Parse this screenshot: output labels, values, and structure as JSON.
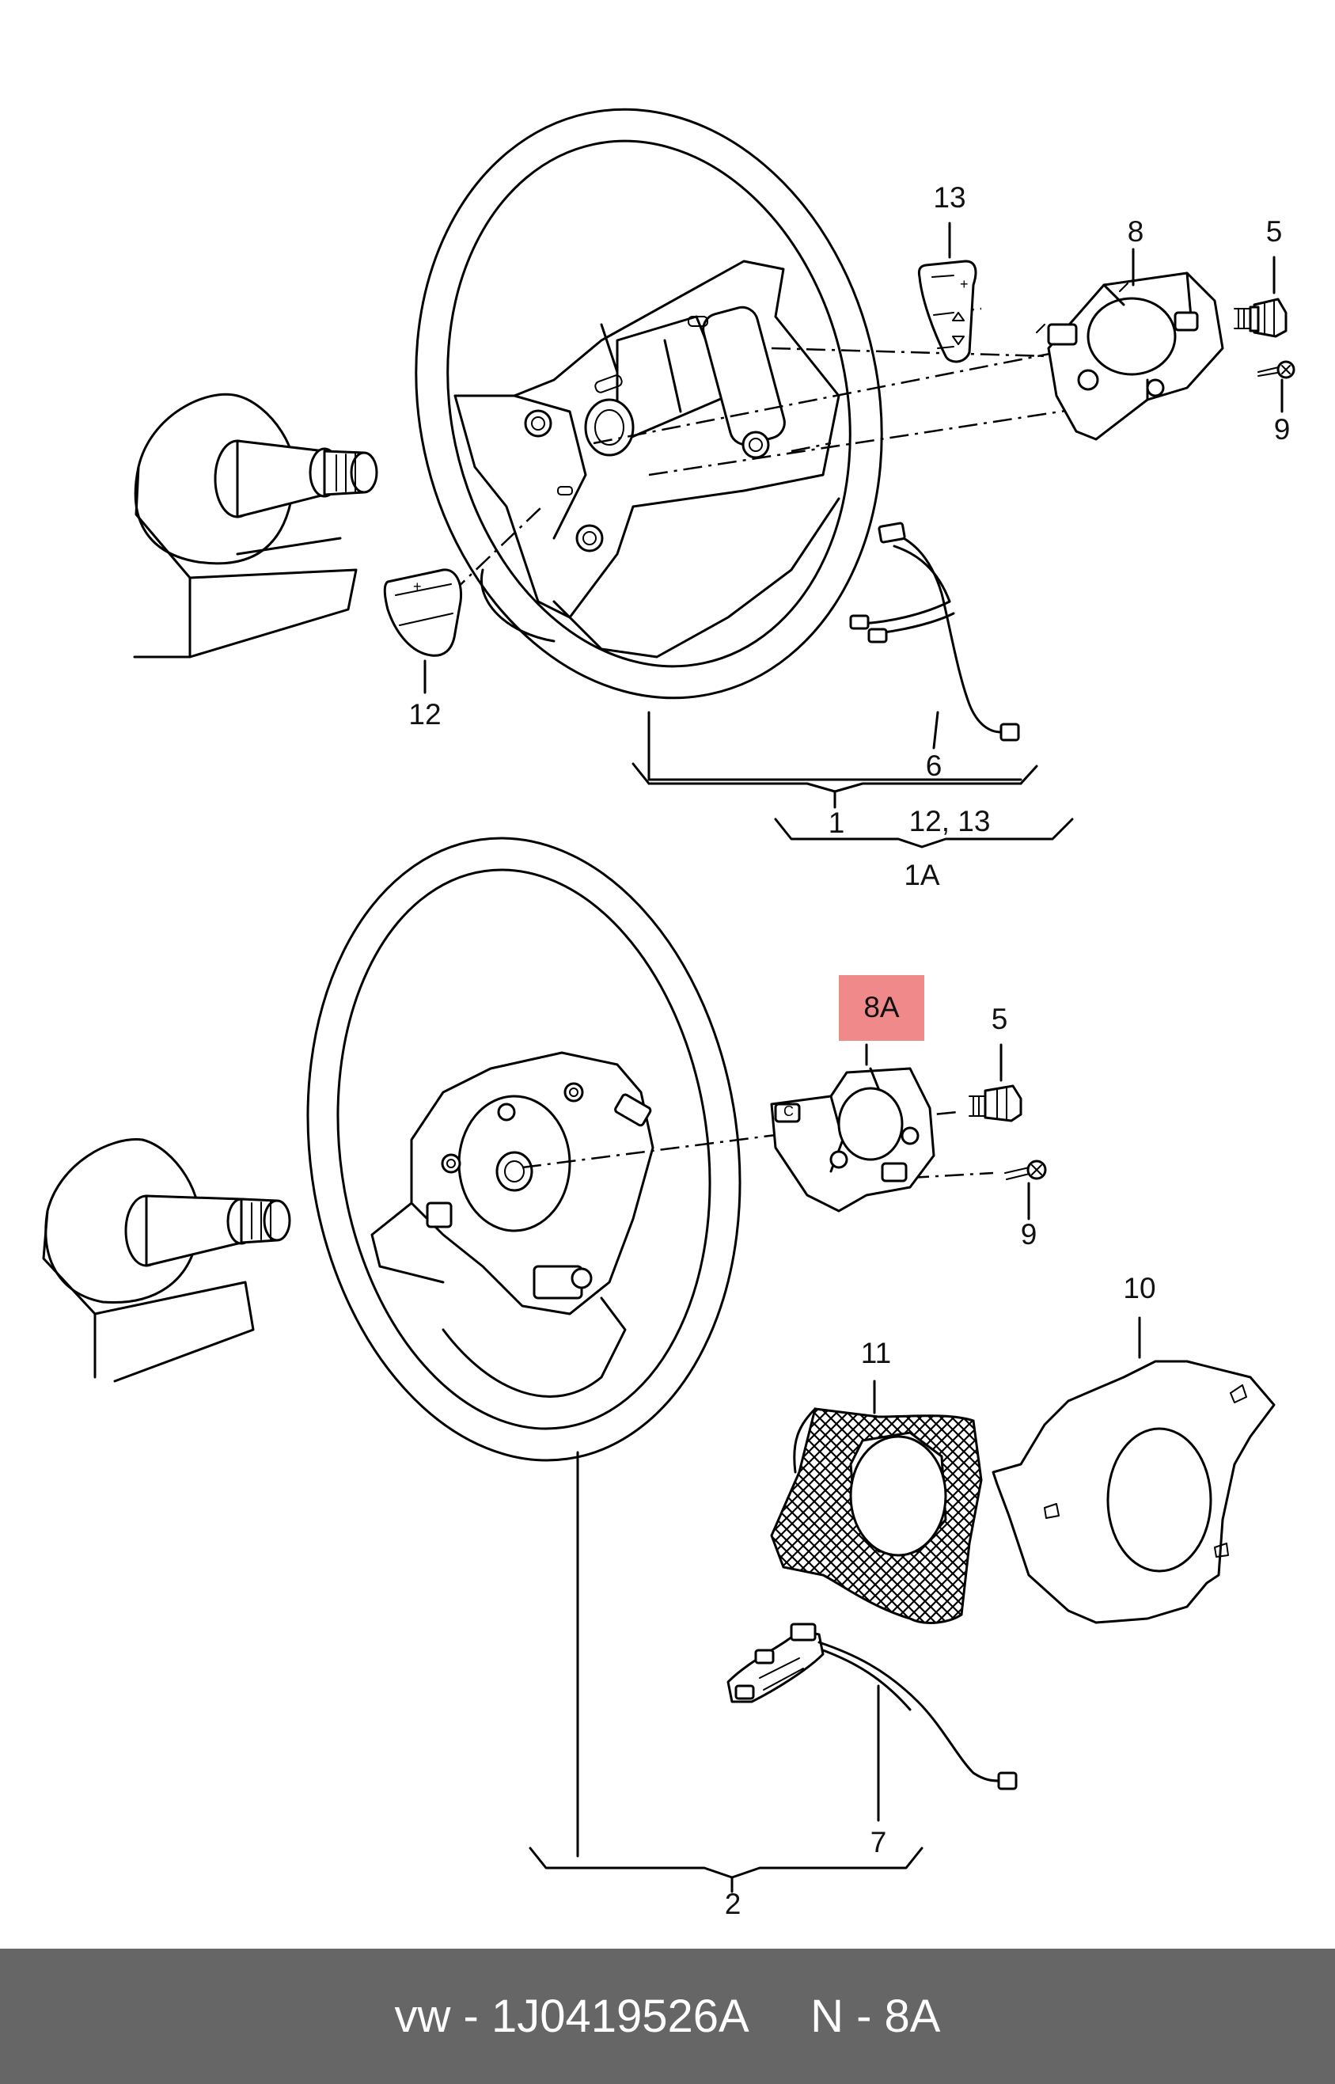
{
  "labels": {
    "l13": "13",
    "l8": "8",
    "l5a": "5",
    "l9a": "9",
    "l12": "12",
    "l6": "6",
    "l1": "1",
    "l1213": "12,  13",
    "l1A": "1A",
    "l8A": "8A",
    "l5b": "5",
    "l9b": "9",
    "l10": "10",
    "l11": "11",
    "l7": "7",
    "l2": "2"
  },
  "highlight_color": "#f08a8a",
  "footer": {
    "brand": "vw",
    "part_number": "1J0419526A",
    "reference": "N - 8A",
    "text": "vw - 1J0419526A     N - 8A",
    "background": "#666666"
  }
}
